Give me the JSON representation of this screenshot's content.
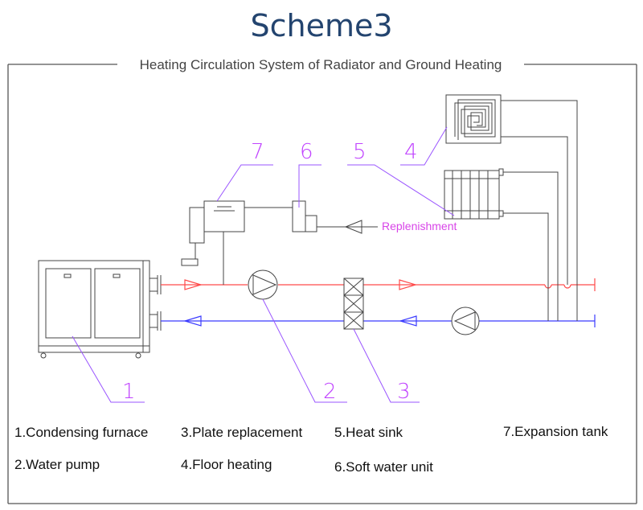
{
  "page": {
    "title": "Scheme3",
    "subtitle": "Heating Circulation System of Radiator and Ground Heating"
  },
  "colors": {
    "title": "#23446f",
    "line": "#444444",
    "supply_pipe": "#ff4a4a",
    "return_pipe": "#3a3aff",
    "callout": "#9a55ff",
    "number_label": "#c042ff",
    "replenish_text": "#d844e8"
  },
  "diagram": {
    "callouts": [
      "1",
      "2",
      "3",
      "4",
      "5",
      "6",
      "7"
    ],
    "replenishment_label": "Replenishment"
  },
  "legend": {
    "items": [
      "1.Condensing furnace",
      "2.Water pump",
      "3.Plate replacement",
      "4.Floor heating",
      "5.Heat sink",
      "6.Soft water unit",
      "7.Expansion tank"
    ]
  }
}
